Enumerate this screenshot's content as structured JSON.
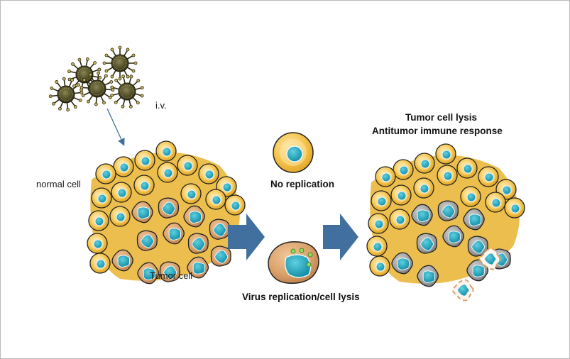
{
  "diagram": {
    "title": "Oncolytic virus therapy schematic",
    "labels": {
      "route": "i.v.",
      "normal_cell": "normal  cell",
      "tumor_cell": "Tumor  cell",
      "no_replication": "No replication",
      "virus_replication": "Virus replication/cell lysis",
      "outcome_line1": "Tumor cell lysis",
      "outcome_line2": "Antitumor immune response"
    },
    "colors": {
      "normal_cell_fill": "#f5c24a",
      "normal_cell_light": "#fbe3a0",
      "tumor_cell_fill": "#d9a06a",
      "lysed_cell_fill": "#9a9a9a",
      "nucleus": "#1aa0b8",
      "arrow": "#41709e",
      "virus": "#3b3a1e",
      "virus_spike_tip": "#c8b45a",
      "replication_dots": "#8ee05a",
      "frame": "#b8b8b8"
    },
    "virus_count": 5,
    "flow": [
      "Tumor cell cluster",
      "No replication / Virus replication",
      "Tumor cell lysis"
    ]
  }
}
